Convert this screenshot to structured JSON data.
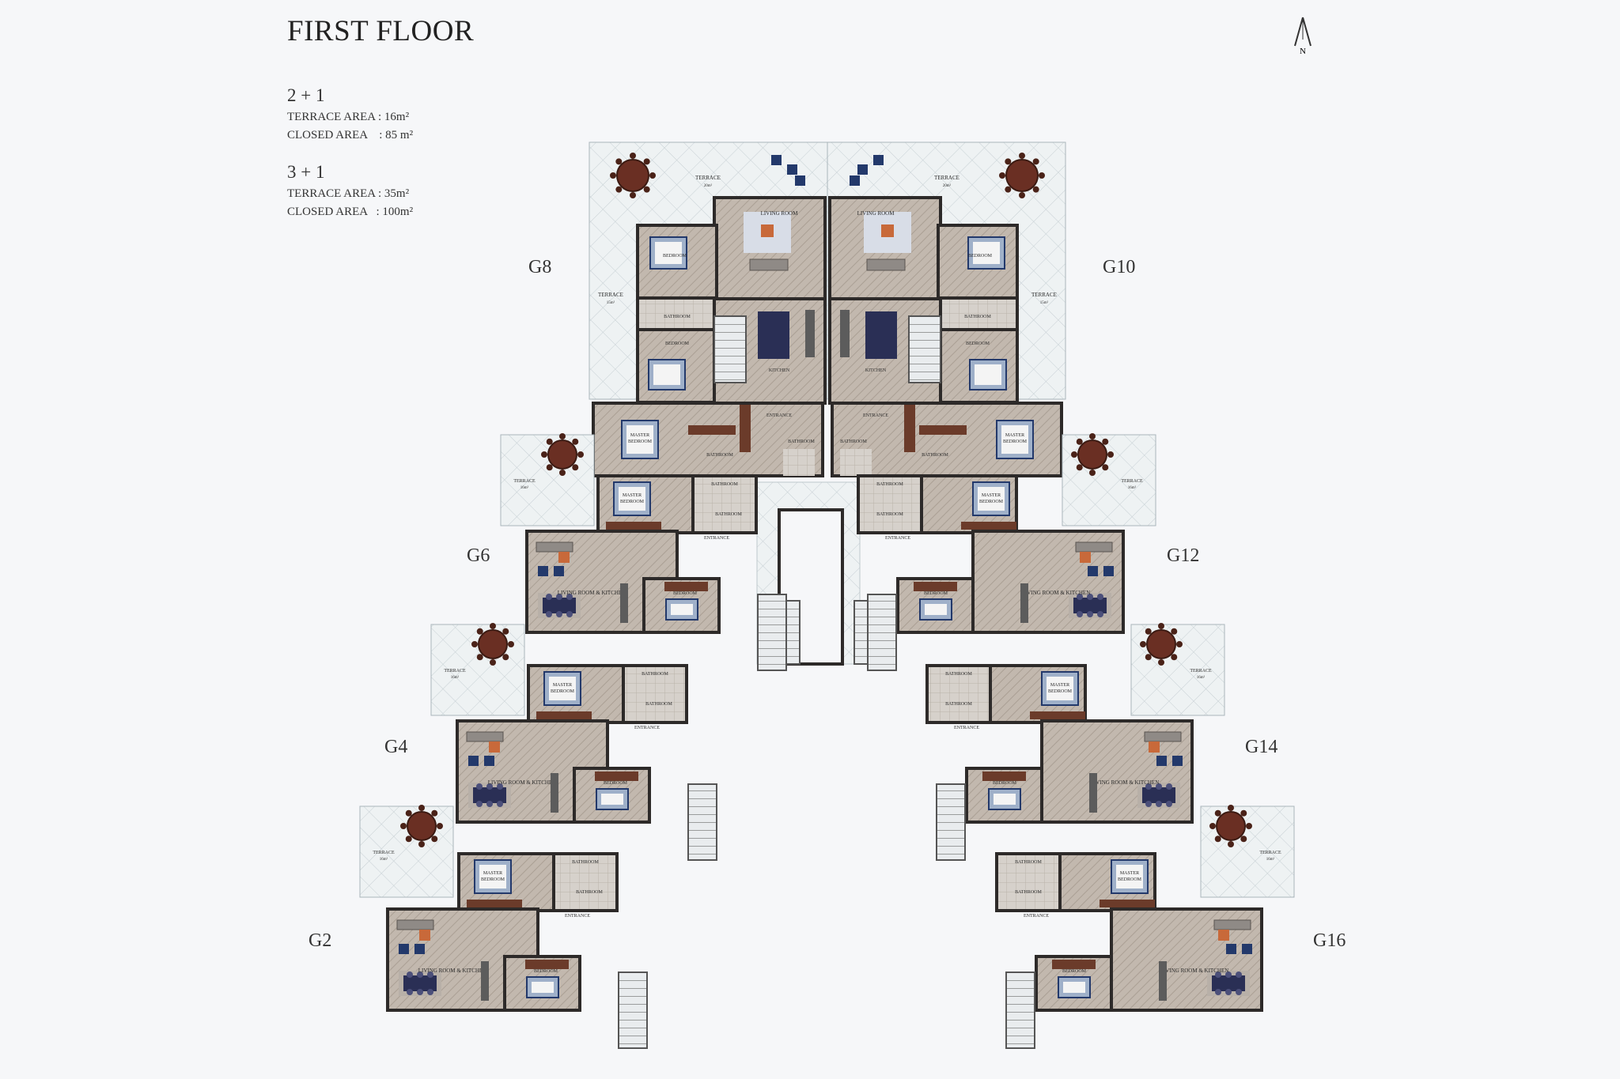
{
  "title": "FIRST FLOOR",
  "north": "N",
  "legend": [
    {
      "type": "2 + 1",
      "terrace": "TERRACE AREA : 16m²",
      "closed": "CLOSED AREA    : 85 m²"
    },
    {
      "type": "3 + 1",
      "terrace": "TERRACE AREA : 35m²",
      "closed": "CLOSED AREA   : 100m²"
    }
  ],
  "units": {
    "g8": "G8",
    "g10": "G10",
    "g6": "G6",
    "g12": "G12",
    "g4": "G4",
    "g14": "G14",
    "g2": "G2",
    "g16": "G16"
  },
  "rooms": {
    "terrace": "TERRACE",
    "terrace_20": "20m²",
    "terrace_15": "15m²",
    "terrace_16": "16m²",
    "terrace_18": "18m²",
    "living_room": "LIVING ROOM",
    "bedroom": "BEDROOM",
    "bathroom": "BATHROOM",
    "kitchen": "KITCHEN",
    "entrance": "ENTRANCE",
    "master_1": "MASTER",
    "master_2": "BEDROOM",
    "living_kitchen": "LIVING ROOM & KITCHEN"
  },
  "colors": {
    "floor": "#bfb6ac",
    "wall": "#2d2a29",
    "terrace": "#e6ecee",
    "accent": "#23396b",
    "wood": "#6b3b2a",
    "table": "#6a2f23"
  }
}
